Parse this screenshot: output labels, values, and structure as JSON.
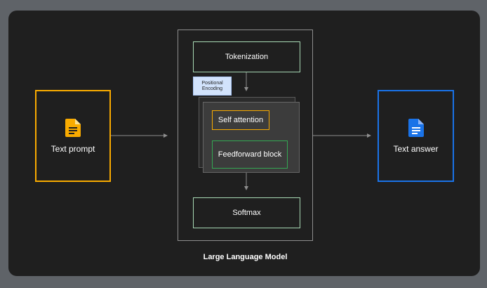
{
  "input": {
    "label": "Text prompt",
    "icon": "document-icon",
    "color": "#f9ab00"
  },
  "output": {
    "label": "Text answer",
    "icon": "document-icon",
    "color": "#1a73e8"
  },
  "model": {
    "label": "Large Language Model",
    "tokenization": "Tokenization",
    "positional_encoding": "Positional Encoding",
    "self_attention": "Self attention",
    "feedforward": "Feedforward block",
    "softmax": "Softmax"
  },
  "colors": {
    "background": "#1f1f1f",
    "frame": "#5f6368",
    "stage_border_green": "#a8dab5",
    "attention": "#f9ab00",
    "feedforward": "#34a853",
    "positional": "#d2e3fc",
    "arrow": "#8e8e8e"
  }
}
